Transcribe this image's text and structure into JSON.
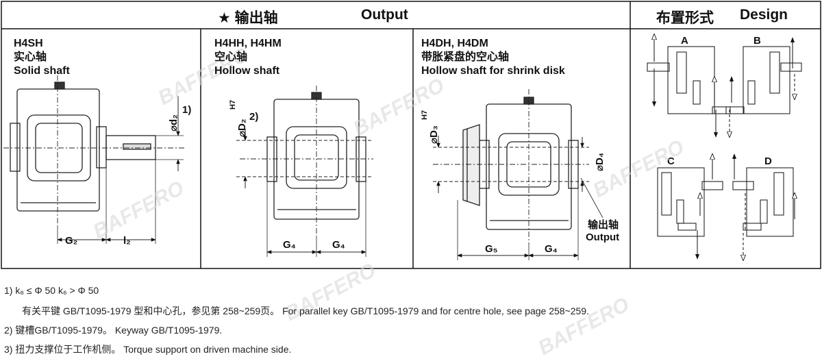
{
  "header": {
    "output_cn": "★  输出轴",
    "output_en": "Output",
    "design_cn": "布置形式",
    "design_en": "Design"
  },
  "panels": {
    "solid": {
      "code": "H4SH",
      "name_cn": "实心轴",
      "name_en": "Solid shaft"
    },
    "hollow": {
      "code": "H4HH, H4HM",
      "name_cn": "空心轴",
      "name_en": "Hollow shaft"
    },
    "shrink": {
      "code": "H4DH, H4DM",
      "name_cn": "带胀紧盘的空心轴",
      "name_en": "Hollow shaft for shrink disk"
    }
  },
  "dimensions": {
    "g2": "G₂",
    "l2": "l₂",
    "d2": "⌀d₂",
    "note1": "1)",
    "D2": "⌀D₂",
    "D2_tol": "H7",
    "note2": "2)",
    "g4": "G₄",
    "D3": "⌀D₃",
    "D3_tol": "H7",
    "D4": "⌀D₄",
    "g5": "G₅",
    "output_cn": "输出轴",
    "output_en": "Output"
  },
  "design": {
    "a": "A",
    "b": "B",
    "c": "C",
    "d": "D"
  },
  "notes": {
    "n1": "1) k₆ ≤ Φ 50      k₆ > Φ 50",
    "n1b": "有关平键 GB/T1095-1979  型和中心孔，参见第 258~259页。  For parallel key GB/T1095-1979 and for centre hole, see page 258~259.",
    "n2": "2) 键槽GB/T1095-1979。          Keyway GB/T1095-1979.",
    "n3": "3) 扭力支撑位于工作机侧。       Torque support on driven machine side."
  },
  "watermark": "BAFFERO"
}
